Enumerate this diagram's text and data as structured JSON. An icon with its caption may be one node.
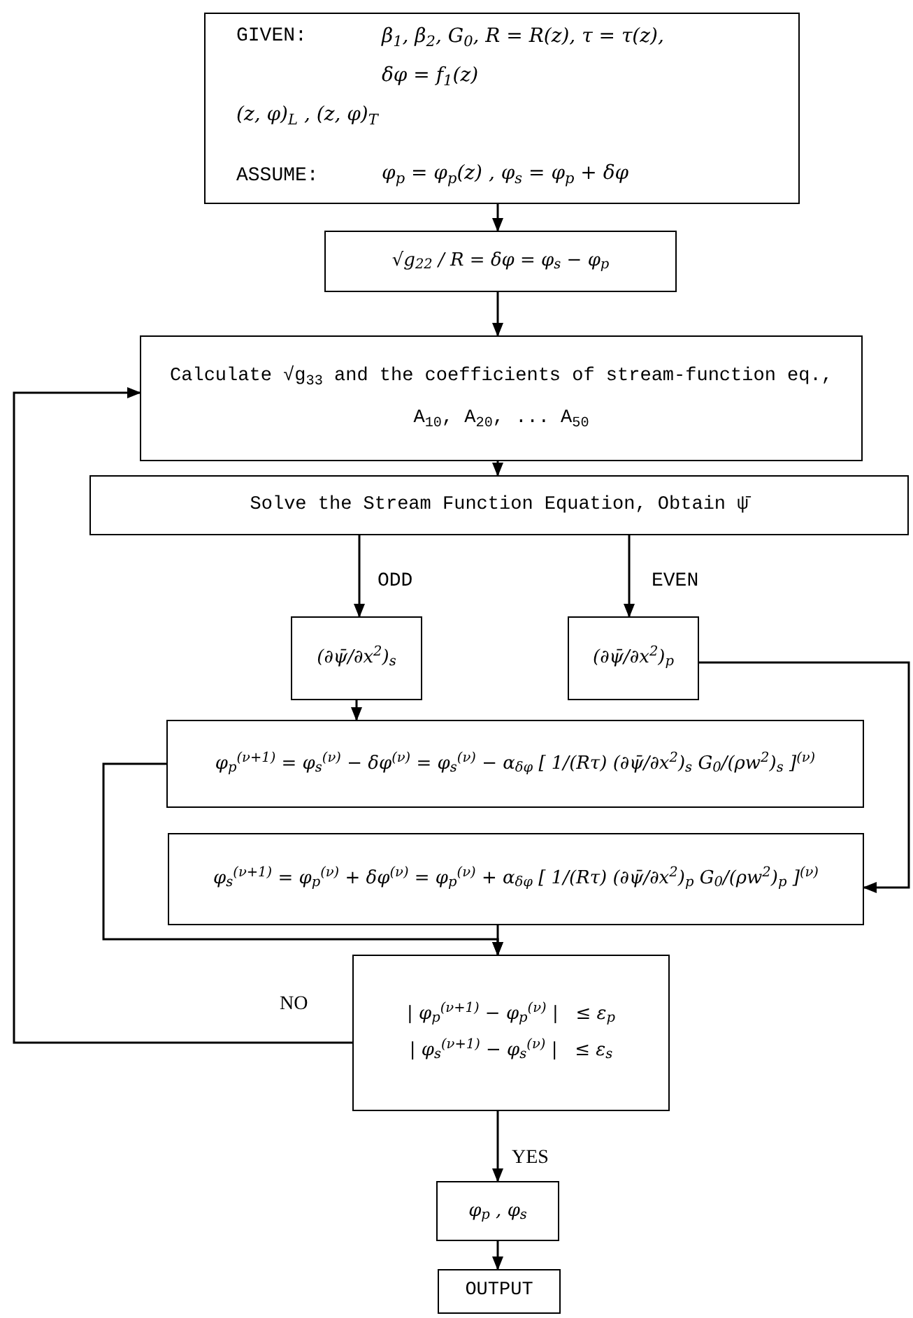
{
  "diagram": {
    "nodes": [
      {
        "text": [
          "GIVEN:",
          "β$_{1}$, β$_{2}$, G$_{0}$, R = R(z), τ = τ(z),",
          "δφ = f$_{1}$(z)",
          "(z, φ)$_{L}$ , (z, φ)$_{T}$",
          "ASSUME:",
          "φ$_{p}$ = φ$_{p}$(z) ,  φ$_{s}$ = φ$_{p}$ + δφ"
        ]
      },
      {
        "text": [
          "√g$_{22}$ / R = δφ = φ$_{s}$ − φ$_{p}$"
        ]
      },
      {
        "text": [
          "Calculate √g$_{33}$ and the coefficients of stream-function eq., A$_{10}$, A$_{20}$, ... A$_{50}$"
        ]
      },
      {
        "text": [
          "Solve the Stream Function Equation, Obtain ψ̄"
        ]
      },
      {
        "text": [
          "(∂ψ̄/∂x$^{2}$)$_{s}$"
        ]
      },
      {
        "text": [
          "(∂ψ̄/∂x$^{2}$)$_{p}$"
        ]
      },
      {
        "text": [
          "φ$_{p}$$^{(ν+1)}$ = φ$_{s}$$^{(ν)}$ − δφ$^{(ν)}$ = φ$_{s}$$^{(ν)}$ − α$_{δφ}$ [ 1/(Rτ) (∂ψ̄/∂x$^{2}$)$_{s}$ G$_{0}$/(ρw$^{2}$)$_{s}$ ]$^{(ν)}$"
        ]
      },
      {
        "text": [
          "φ$_{s}$$^{(ν+1)}$ = φ$_{p}$$^{(ν)}$ + δφ$^{(ν)}$ = φ$_{p}$$^{(ν)}$ + α$_{δφ}$ [ 1/(Rτ) (∂ψ̄/∂x$^{2}$)$_{p}$ G$_{0}$/(ρw$^{2}$)$_{p}$ ]$^{(ν)}$"
        ]
      },
      {
        "text": [
          "| φ$_{p}$$^{(ν+1)}$ − φ$_{p}$$^{(ν)}$ |   ≤ ε$_{p}$",
          "| φ$_{s}$$^{(ν+1)}$ − φ$_{s}$$^{(ν)}$ |   ≤ ε$_{s}$"
        ]
      },
      {
        "text": [
          "φ$_{p}$ , φ$_{s}$"
        ]
      },
      {
        "text": [
          "OUTPUT"
        ]
      }
    ],
    "edges": [
      {
        "from": 0,
        "to": 1,
        "arrow": "to"
      },
      {
        "from": 1,
        "to": 2,
        "arrow": "to"
      },
      {
        "from": 2,
        "to": 3,
        "arrow": "to"
      },
      {
        "from": 3,
        "to": 4,
        "arrow": "to",
        "label": "ODD"
      },
      {
        "from": 3,
        "to": 5,
        "arrow": "to",
        "label": "EVEN"
      },
      {
        "from": 4,
        "to": 6,
        "arrow": "to"
      },
      {
        "from": 5,
        "to": 7,
        "arrow": "to"
      },
      {
        "from": 6,
        "to": 8,
        "arrow": "to"
      },
      {
        "from": 7,
        "to": 8,
        "arrow": "to"
      },
      {
        "from": 8,
        "to": 2,
        "arrow": "to",
        "label": "NO"
      },
      {
        "from": 8,
        "to": 9,
        "arrow": "to",
        "label": "YES"
      },
      {
        "from": 9,
        "to": 10,
        "arrow": "to"
      }
    ]
  }
}
